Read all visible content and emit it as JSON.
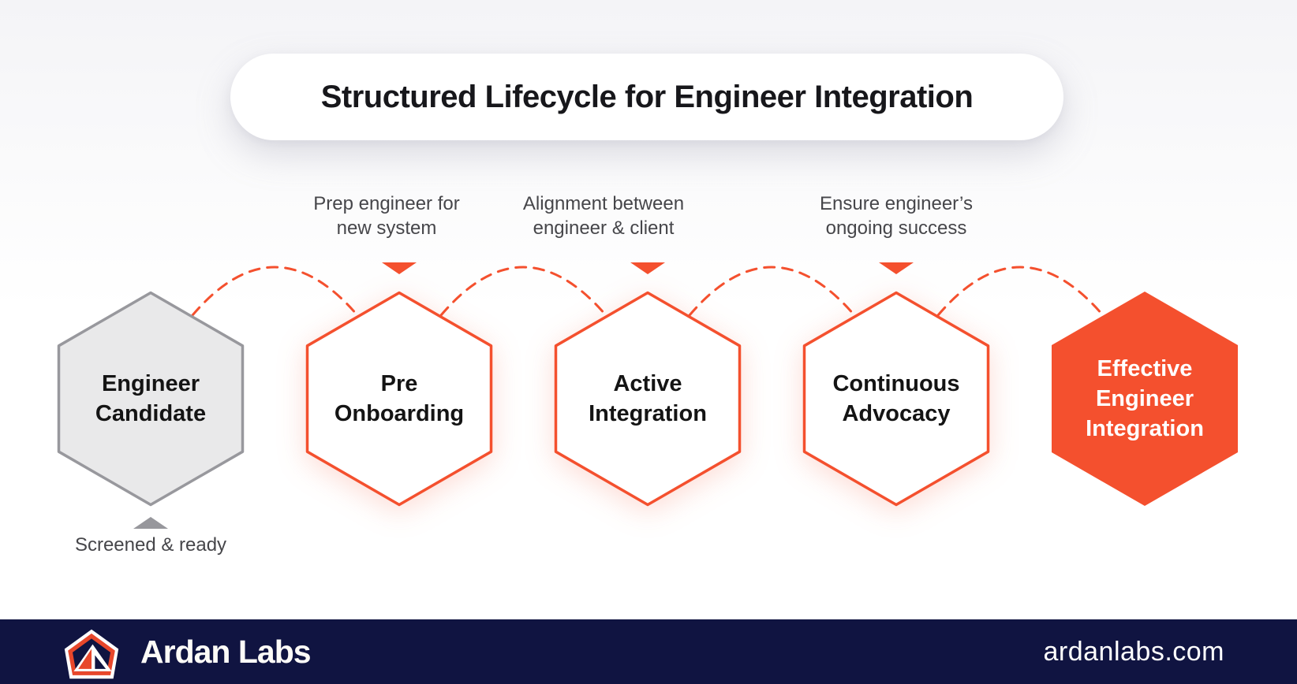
{
  "title": "Structured Lifecycle for Engineer Integration",
  "stages": [
    {
      "label": "Engineer Candidate",
      "variant": "gray"
    },
    {
      "label": "Pre Onboarding",
      "variant": "outline"
    },
    {
      "label": "Active Integration",
      "variant": "outline"
    },
    {
      "label": "Continuous Advocacy",
      "variant": "outline"
    },
    {
      "label": "Effective Engineer Integration",
      "variant": "solid"
    }
  ],
  "flow_labels": [
    {
      "line1": "Prep engineer for",
      "line2": "new system"
    },
    {
      "line1": "Alignment between",
      "line2": "engineer & client"
    },
    {
      "line1": "Ensure engineer’s",
      "line2": "ongoing success"
    }
  ],
  "candidate_note": "Screened & ready",
  "footer": {
    "brand": "Ardan Labs",
    "url": "ardanlabs.com"
  },
  "colors": {
    "accent": "#f4502e",
    "gray_fill": "#e9e9ea",
    "gray_stroke": "#98989d",
    "footer_bg": "#101441",
    "label_text": "#46464a",
    "title_text": "#17171b"
  }
}
